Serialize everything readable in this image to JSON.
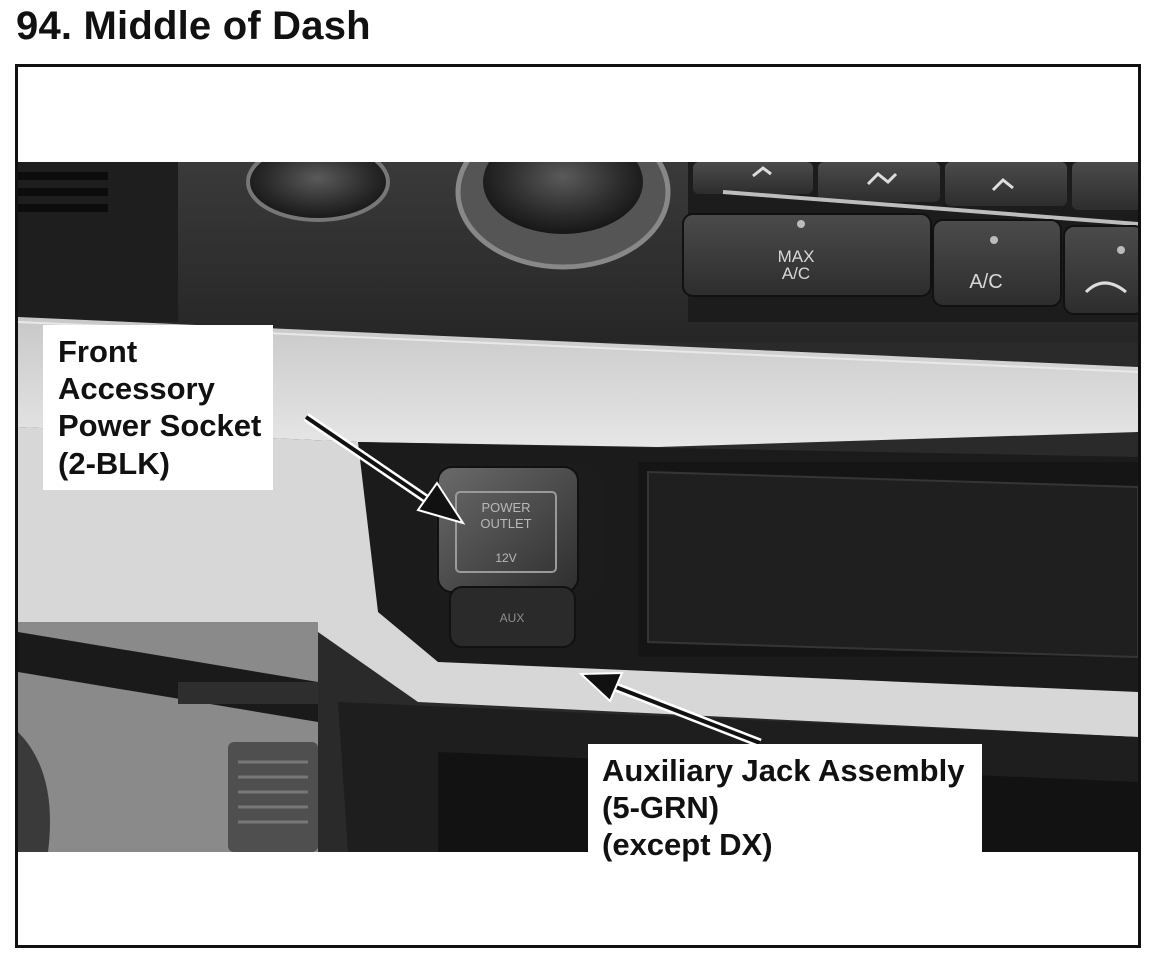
{
  "document": {
    "title": "94. Middle of Dash"
  },
  "photo": {
    "panel_labels": {
      "max_ac_line1": "MAX",
      "max_ac_line2": "A/C",
      "ac": "A/C"
    },
    "socket_cap_text": {
      "line1": "POWER",
      "line2": "OUTLET",
      "line3": "12V"
    },
    "aux_text": "AUX"
  },
  "callouts": {
    "power_socket": {
      "lines": [
        "Front",
        "Accessory",
        "Power Socket",
        "(2-BLK)"
      ]
    },
    "aux_jack": {
      "lines": [
        "Auxiliary Jack Assembly",
        "(5-GRN)",
        "(except DX)"
      ]
    }
  }
}
